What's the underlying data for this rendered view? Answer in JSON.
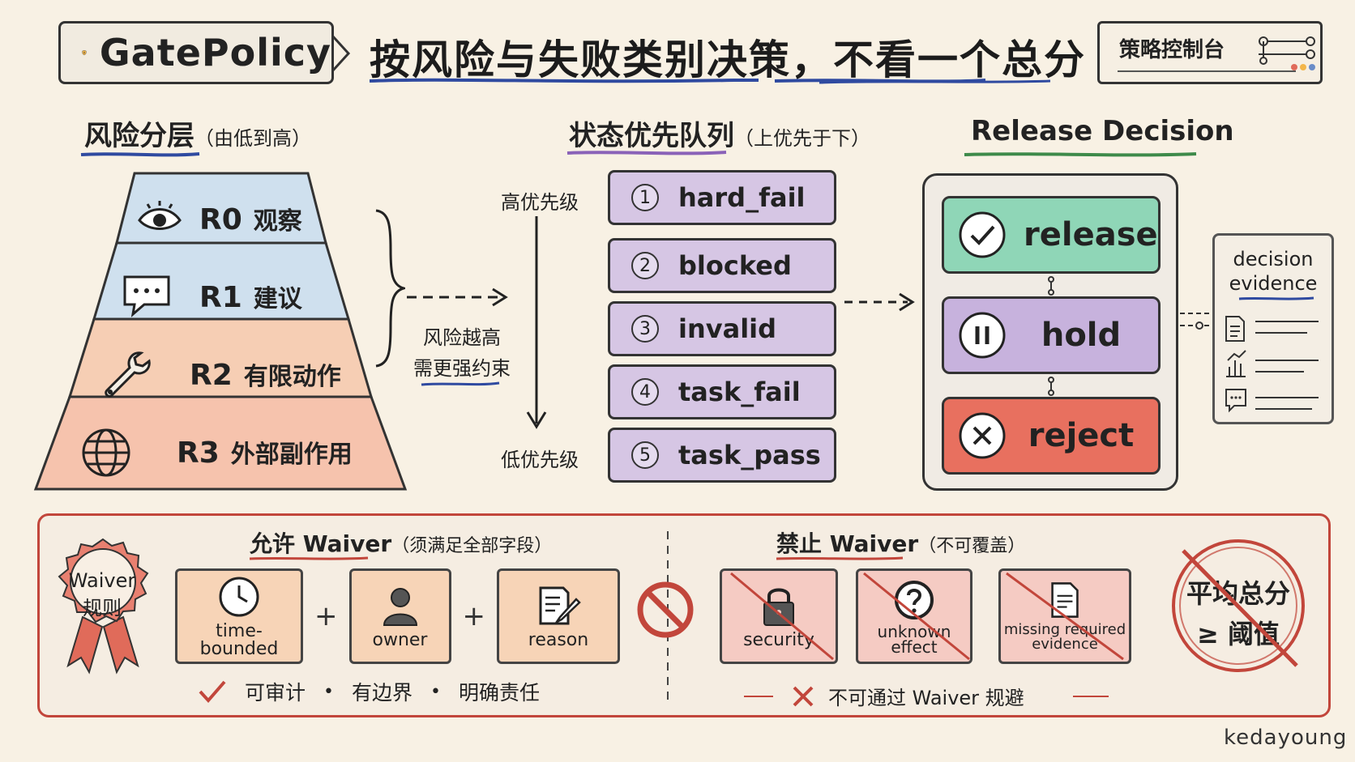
{
  "header": {
    "brand": "GatePolicy",
    "headline": "按风险与失败类别决策，不看一个总分",
    "console_label": "策略控制台",
    "shield_icon": "shield-icon",
    "sliders_icon": "sliders-icon"
  },
  "risk_tiers": {
    "title": "风险分层",
    "subtitle": "（由低到高）",
    "tiers": [
      {
        "code": "R0",
        "label": "观察",
        "icon": "eye-icon",
        "color": "#cfe0ee"
      },
      {
        "code": "R1",
        "label": "建议",
        "icon": "chat-bubble-icon",
        "color": "#cfe0ee"
      },
      {
        "code": "R2",
        "label": "有限动作",
        "icon": "wrench-icon",
        "color": "#f6ceb4"
      },
      {
        "code": "R3",
        "label": "外部副作用",
        "icon": "globe-icon",
        "color": "#f6c3ad"
      }
    ],
    "caption_line1": "风险越高",
    "caption_line2": "需更强约束"
  },
  "priority_queue": {
    "title": "状态优先队列",
    "subtitle": "（上优先于下）",
    "high_label": "高优先级",
    "low_label": "低优先级",
    "items": [
      {
        "num": "1",
        "label": "hard_fail"
      },
      {
        "num": "2",
        "label": "blocked"
      },
      {
        "num": "3",
        "label": "invalid"
      },
      {
        "num": "4",
        "label": "task_fail"
      },
      {
        "num": "5",
        "label": "task_pass"
      }
    ]
  },
  "release_decision": {
    "title": "Release Decision",
    "options": [
      {
        "label": "release",
        "icon": "check-circle-icon",
        "color": "#8fd6b7"
      },
      {
        "label": "hold",
        "icon": "pause-circle-icon",
        "color": "#c7b2dd"
      },
      {
        "label": "reject",
        "icon": "x-circle-icon",
        "color": "#e8705f"
      }
    ],
    "evidence_line1": "decision",
    "evidence_line2": "evidence"
  },
  "waiver": {
    "rosette_line1": "Waiver",
    "rosette_line2": "规则",
    "allow_title": "允许 Waiver",
    "allow_sub": "（须满足全部字段）",
    "allow_cards": [
      {
        "label": "time-bounded",
        "icon": "clock-icon"
      },
      {
        "label": "owner",
        "icon": "person-icon"
      },
      {
        "label": "reason",
        "icon": "document-pen-icon"
      }
    ],
    "plus": "+",
    "allow_foot": [
      "可审计",
      "有边界",
      "明确责任"
    ],
    "dot": "•",
    "deny_title": "禁止 Waiver",
    "deny_sub": "（不可覆盖）",
    "deny_cards": [
      {
        "label": "security",
        "icon": "lock-icon"
      },
      {
        "label": "unknown effect",
        "icon": "question-circle-icon"
      },
      {
        "label": "missing required evidence",
        "icon": "document-icon"
      }
    ],
    "deny_foot": "不可通过 Waiver 规避",
    "stamp_line1": "平均总分",
    "stamp_line2": "≥ 阈值"
  },
  "signature": "kedayoung",
  "colors": {
    "background": "#f8f1e4",
    "queue_fill": "#d6c6e4",
    "panel_border": "#c2463b",
    "underline_blue": "#2f4aa0",
    "underline_green": "#3e8a4a",
    "underline_purple": "#8a62b8",
    "underline_red": "#c2463b"
  }
}
